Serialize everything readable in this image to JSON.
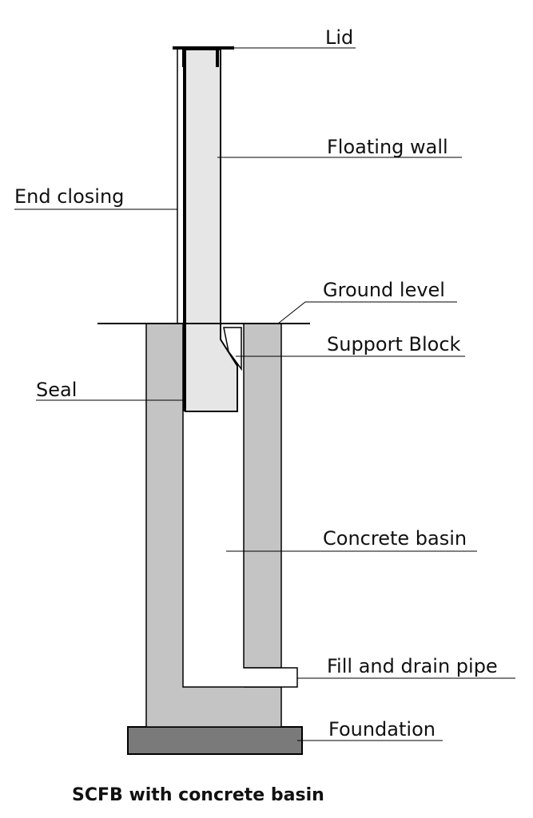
{
  "labels": {
    "lid": "Lid",
    "floating_wall": "Floating wall",
    "end_closing": "End closing",
    "ground_level": "Ground level",
    "support_block": "Support Block",
    "seal": "Seal",
    "concrete_basin": "Concrete basin",
    "fill_drain_pipe": "Fill and drain pipe",
    "foundation": "Foundation"
  },
  "caption": "SCFB with concrete basin",
  "colors": {
    "concrete": "#c4c4c4",
    "floating_wall": "#e6e6e6",
    "foundation": "#7a7a7a",
    "line": "#000000"
  }
}
